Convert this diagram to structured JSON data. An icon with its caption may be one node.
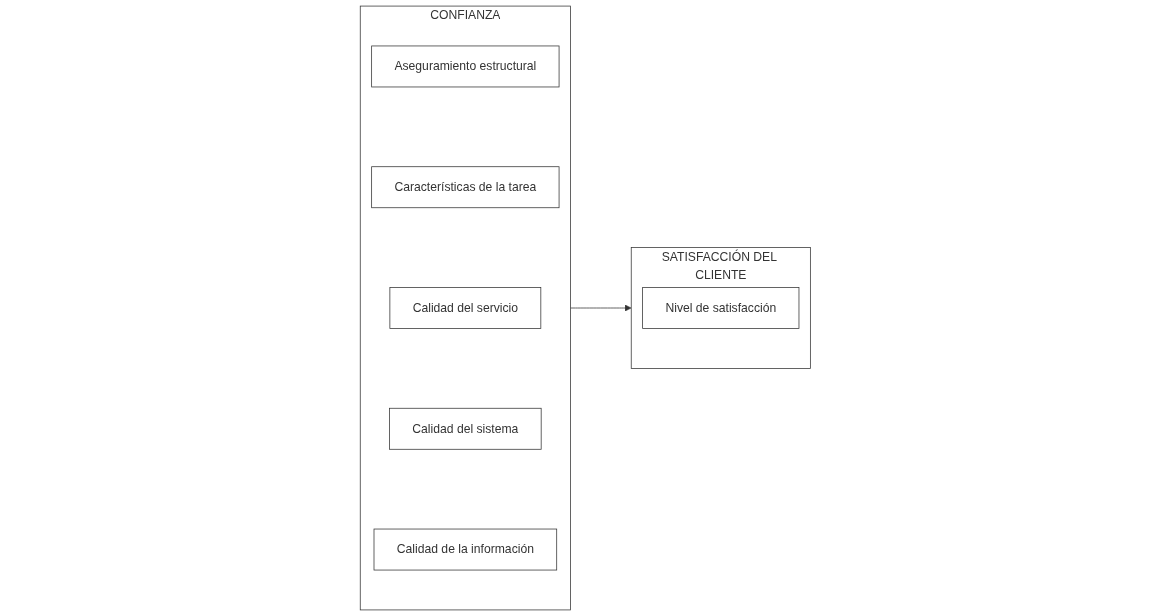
{
  "diagram": {
    "nodes": [
      {
        "text": [
          "CONFIANZA"
        ]
      },
      {
        "text": [
          "Aseguramiento estructural"
        ],
        "in": 0
      },
      {
        "text": [
          "Características de la tarea"
        ],
        "in": 0
      },
      {
        "text": [
          "Calidad del servicio"
        ],
        "in": 0
      },
      {
        "text": [
          "Calidad del sistema"
        ],
        "in": 0
      },
      {
        "text": [
          "Calidad de la información"
        ],
        "in": 0
      },
      {
        "text": [
          "SATISFACCIÓN DEL CLIENTE"
        ]
      },
      {
        "text": [
          "Nivel de satisfacción"
        ],
        "in": 6
      }
    ],
    "edges": [
      {
        "from": 0,
        "to": 6,
        "arrow": "to"
      }
    ]
  }
}
